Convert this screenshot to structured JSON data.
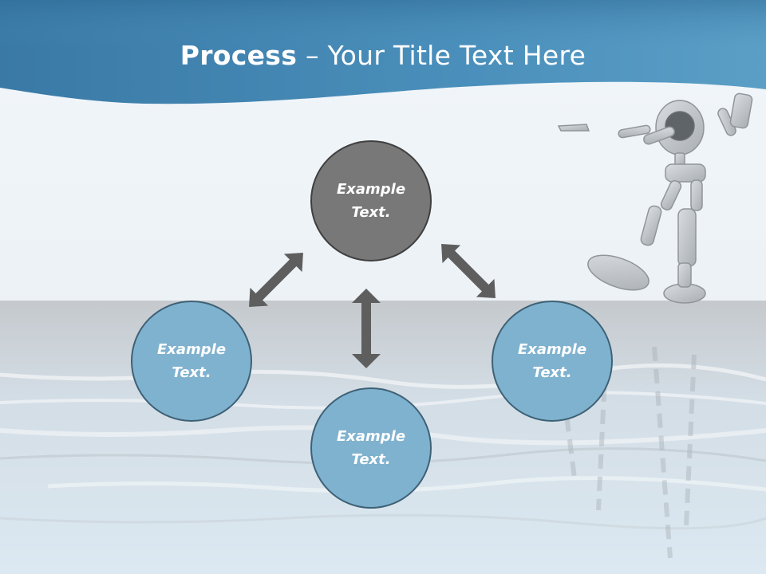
{
  "title": {
    "bold": "Process",
    "dash": " – ",
    "rest": "Your Title Text Here"
  },
  "nodes": [
    {
      "line1": "Example",
      "line2": "Text."
    },
    {
      "line1": "Example",
      "line2": "Text."
    },
    {
      "line1": "Example",
      "line2": "Text."
    },
    {
      "line1": "Example",
      "line2": "Text."
    }
  ],
  "colors": {
    "header": "#3d87b4",
    "dark_node": "#787878",
    "light_node": "#7fb2cf",
    "arrow": "#5e5e5e"
  },
  "icons": [
    "robot-illustration",
    "water-reflection",
    "double-arrow"
  ]
}
